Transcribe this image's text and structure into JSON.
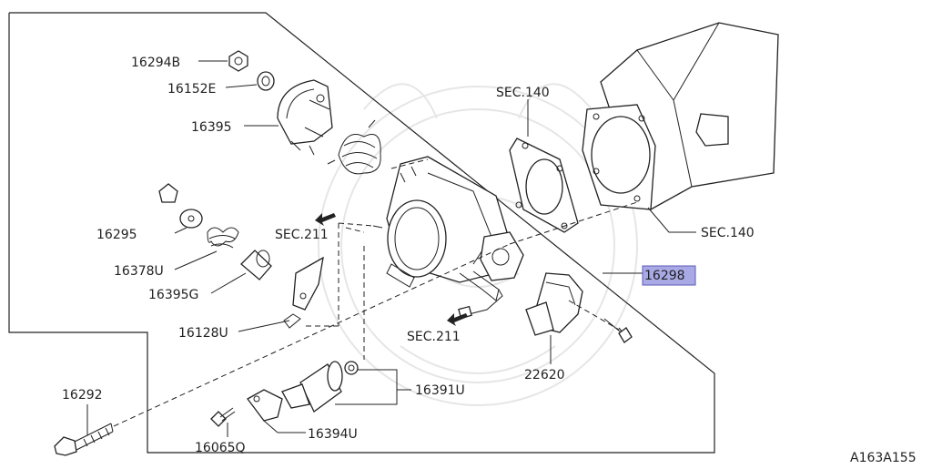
{
  "labels": {
    "p16294B": "16294B",
    "p16152E": "16152E",
    "p16395": "16395",
    "p16295": "16295",
    "p16378U": "16378U",
    "p16395G": "16395G",
    "p16128U": "16128U",
    "p16292": "16292",
    "p16065Q": "16065Q",
    "p16394U": "16394U",
    "p16391U": "16391U",
    "p22620": "22620",
    "p16298": "16298",
    "sec140_top": "SEC.140",
    "sec140_right": "SEC.140",
    "sec211_left": "SEC.211",
    "sec211_bottom": "SEC.211"
  },
  "diagram_code": "A163A155",
  "colors": {
    "highlight_fill": "#a9a9e6",
    "highlight_border": "#5a5ab8",
    "line": "#222222"
  }
}
